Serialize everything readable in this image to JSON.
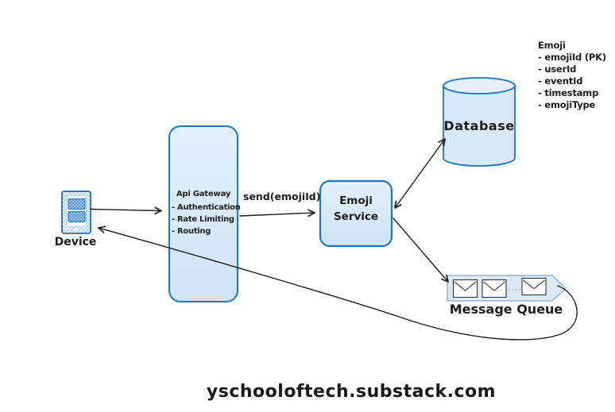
{
  "colors": {
    "shape_stroke": "#1c76c5",
    "shape_fill_top": "#e3f0fc",
    "shape_fill_bottom": "#cfe3f6",
    "banner_fill": "#dceaf7",
    "banner_stroke": "#84a9cb",
    "line_dark": "#1e1e1e"
  },
  "diagram": {
    "device": {
      "label": "Device",
      "icon": "smartphone-icon"
    },
    "api_gateway": {
      "title": "Api Gateway",
      "features": [
        "- Authentication",
        "- Rate Limiting",
        "- Routing"
      ]
    },
    "send_arrow": {
      "label": "send(emojiId)"
    },
    "emoji_service": {
      "line1": "Emoji",
      "line2": "Service"
    },
    "database": {
      "label": "Database",
      "icon": "database-cylinder-icon"
    },
    "emoji_entity": {
      "title": "Emoji",
      "fields": [
        "- emojiId (PK)",
        "- userId",
        "- eventId",
        "- timestamp",
        "- emojiType"
      ]
    },
    "message_queue": {
      "label": "Message Queue",
      "icon": "envelope-icon"
    }
  },
  "footer": {
    "caption": "yschooloftech.substack.com"
  }
}
